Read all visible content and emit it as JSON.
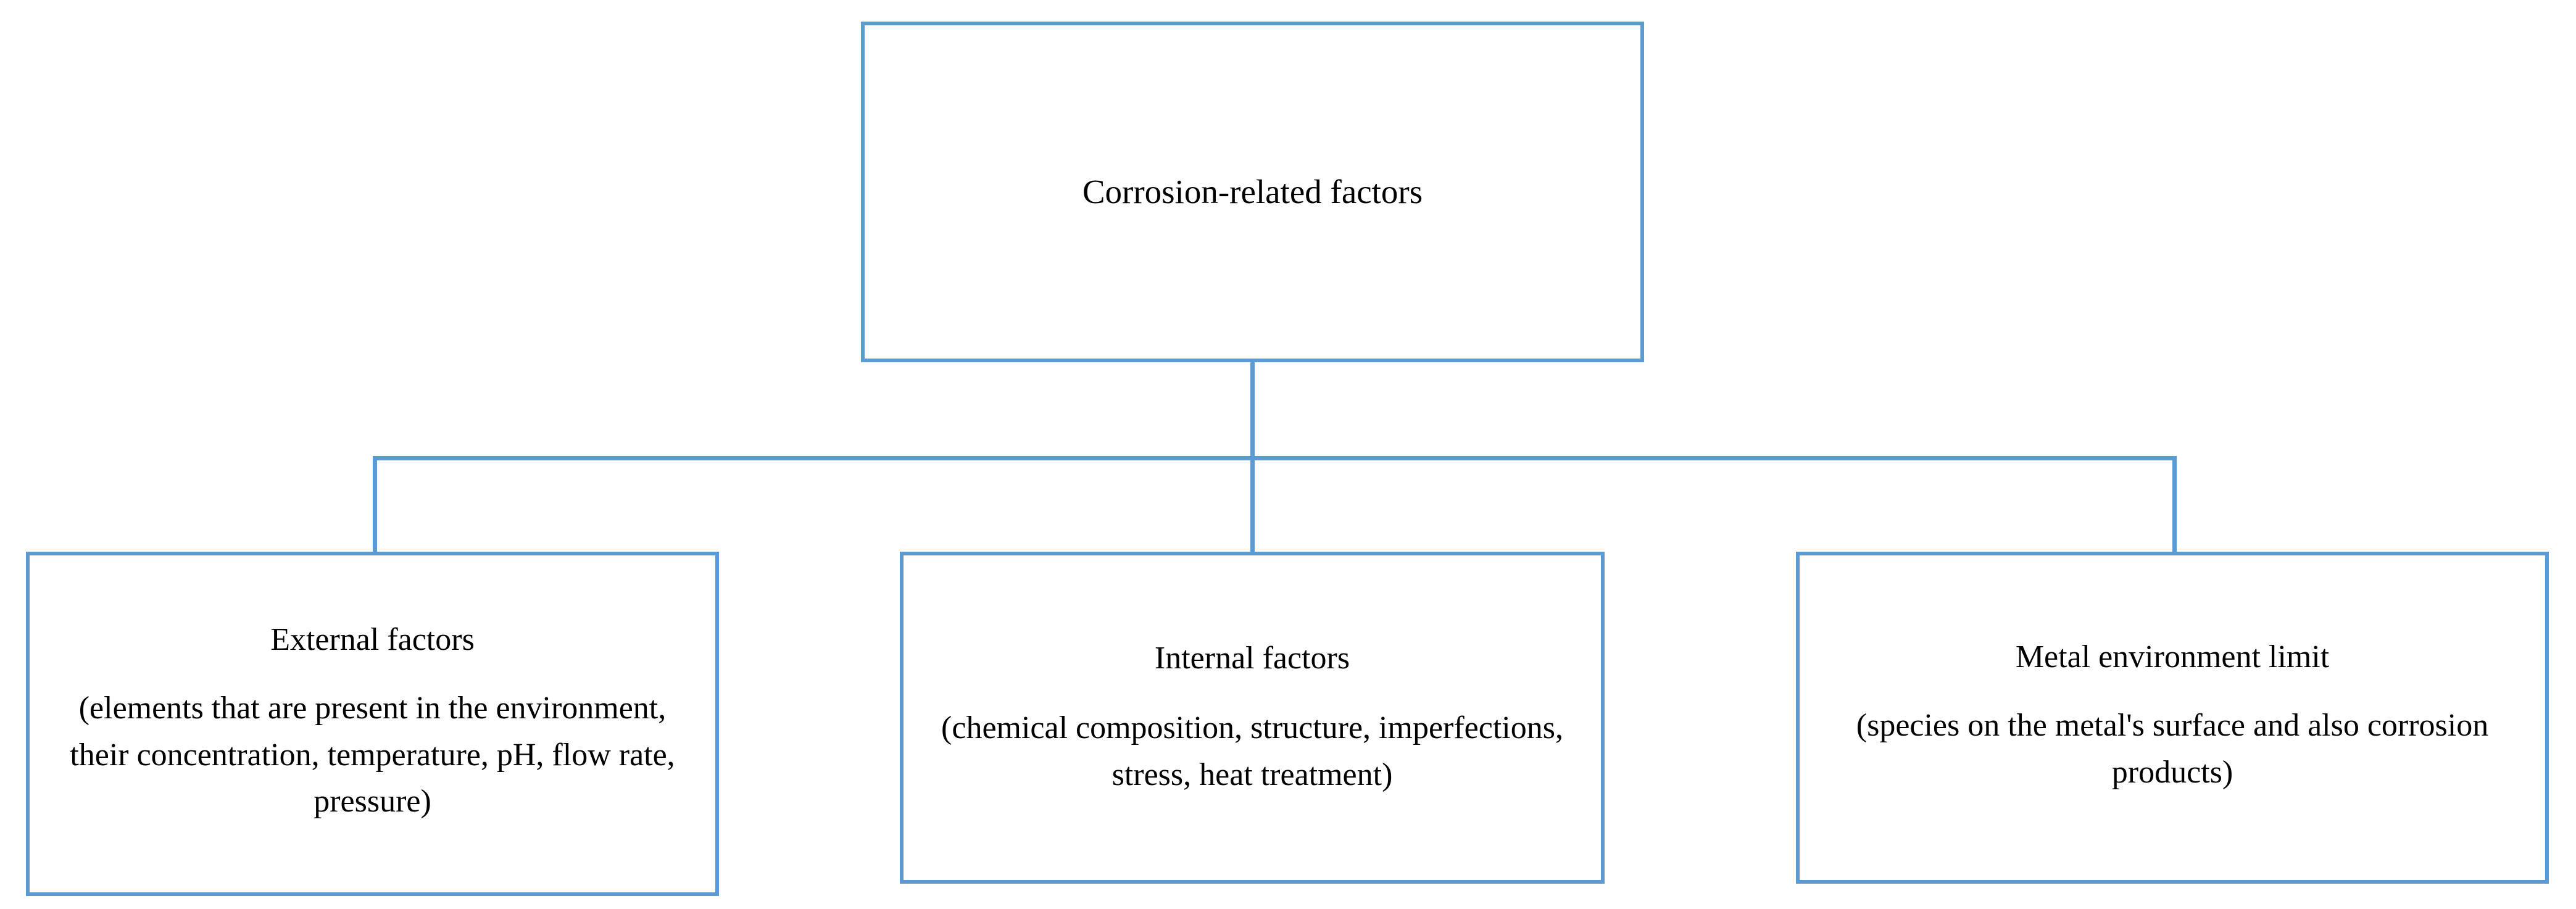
{
  "diagram": {
    "type": "hierarchy-tree",
    "accent_color": "#5B9BD5",
    "text_color": "#000000",
    "background_color": "#FFFFFF",
    "root": {
      "id": "corrosion-related-factors",
      "title": "Corrosion-related factors",
      "detail": ""
    },
    "children": [
      {
        "id": "external-factors",
        "title": "External factors",
        "detail": "(elements that are present in the environment, their concentration, temperature, pH, flow rate, pressure)"
      },
      {
        "id": "internal-factors",
        "title": "Internal factors",
        "detail": "(chemical composition, structure, imperfections, stress, heat treatment)"
      },
      {
        "id": "metal-environment-limit",
        "title": "Metal environment limit",
        "detail": "(species on the metal's surface and also corrosion products)"
      }
    ],
    "connectors": [
      {
        "id": "stem",
        "from": "corrosion-related-factors",
        "to": "bus",
        "orientation": "vertical"
      },
      {
        "id": "bus",
        "from": "stem",
        "to": "children",
        "orientation": "horizontal"
      },
      {
        "id": "drop-left",
        "from": "bus",
        "to": "external-factors",
        "orientation": "vertical"
      },
      {
        "id": "drop-middle",
        "from": "bus",
        "to": "internal-factors",
        "orientation": "vertical"
      },
      {
        "id": "drop-right",
        "from": "bus",
        "to": "metal-environment-limit",
        "orientation": "vertical"
      }
    ]
  }
}
